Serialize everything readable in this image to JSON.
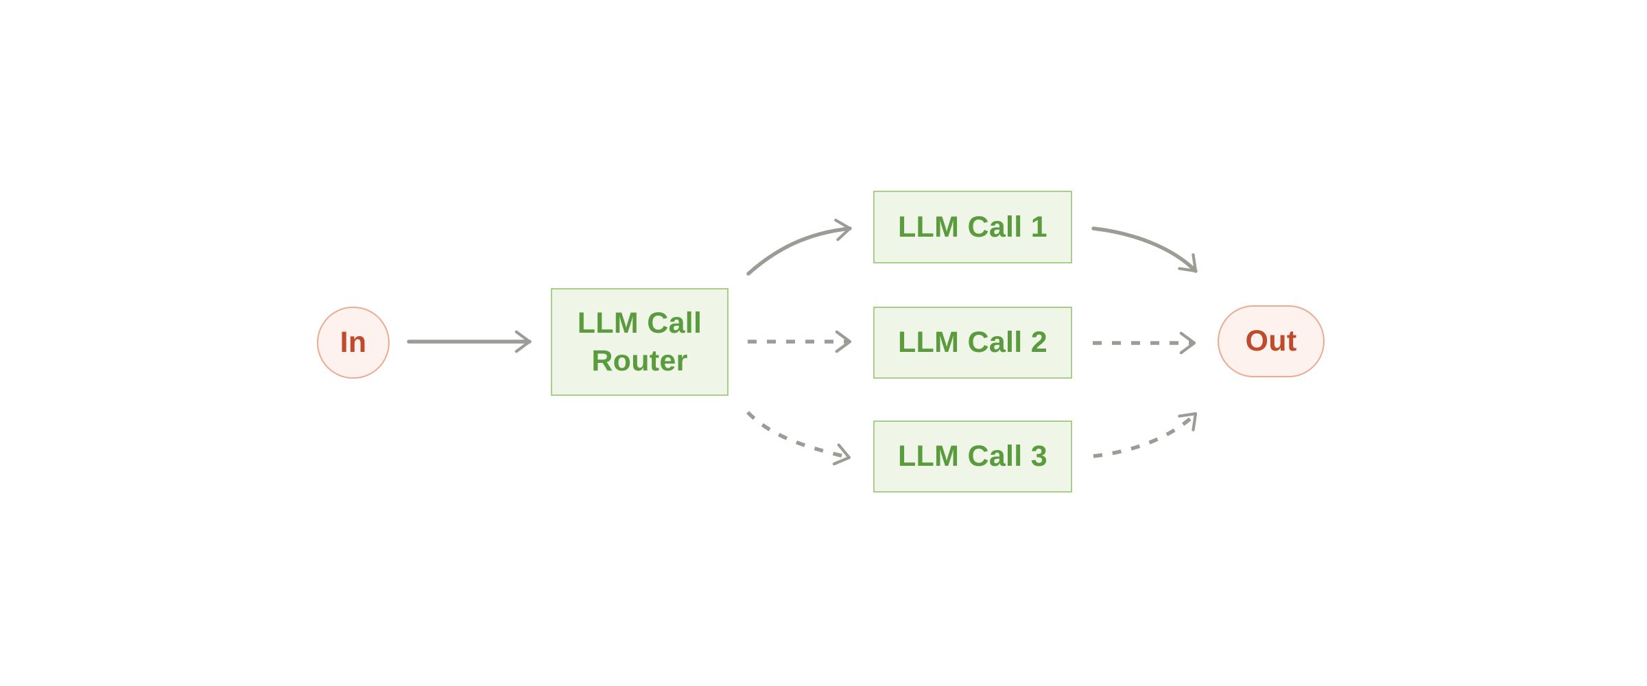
{
  "diagram": {
    "background": "#ffffff",
    "colors": {
      "canvas_bg": "#ffffff",
      "arrow_gray": "#9c9c97",
      "green_fill": "#eff6e8",
      "green_border": "#a7cf87",
      "green_text": "#5a9b3e",
      "pink_fill": "#fdf2ee",
      "pink_border": "#ecaa92",
      "red_text": "#bf4b2b"
    },
    "nodes": {
      "in": {
        "label": "In",
        "type": "terminal"
      },
      "router": {
        "label": "LLM Call Router",
        "type": "process"
      },
      "call1": {
        "label": "LLM Call 1",
        "type": "process"
      },
      "call2": {
        "label": "LLM Call 2",
        "type": "process"
      },
      "call3": {
        "label": "LLM Call 3",
        "type": "process"
      },
      "out": {
        "label": "Out",
        "type": "terminal"
      }
    },
    "edges": [
      {
        "from": "in",
        "to": "router",
        "style": "solid"
      },
      {
        "from": "router",
        "to": "call1",
        "style": "solid"
      },
      {
        "from": "router",
        "to": "call2",
        "style": "dashed"
      },
      {
        "from": "router",
        "to": "call3",
        "style": "dashed"
      },
      {
        "from": "call1",
        "to": "out",
        "style": "solid"
      },
      {
        "from": "call2",
        "to": "out",
        "style": "dashed"
      },
      {
        "from": "call3",
        "to": "out",
        "style": "dashed"
      }
    ]
  }
}
